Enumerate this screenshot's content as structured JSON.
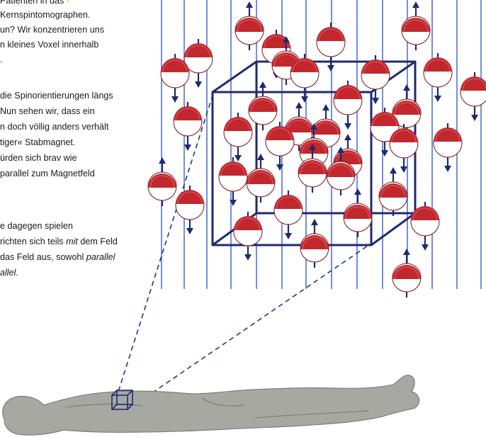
{
  "text": {
    "line_1": "Patienten in das",
    "line_2": "Kernspintomographen.",
    "line_3": "un? Wir konzentrieren uns",
    "line_4": "n kleines Voxel innerhalb",
    "line_5": ".",
    "line_6": "die Spinorientierungen längs",
    "line_7": "Nun sehen wir, dass ein",
    "line_8": "n doch völlig anders verhält",
    "line_9": "tiger« Stabmagnet.",
    "line_10": "ürden sich brav wie",
    "line_11": "parallel zum Magnetfeld",
    "line_12": "e dagegen spielen",
    "line_13_a": "richten sich teils ",
    "line_13_b": "mit",
    "line_13_c": " dem Feld",
    "line_14_a": "das Feld aus, sowohl ",
    "line_14_b": "parallel",
    "line_15_a": "allel",
    "line_15_b": "."
  },
  "colors": {
    "field_line": "#3a5fc8",
    "cube": "#1f2a6e",
    "dashed": "#1f3a8a",
    "spin_red": "#c1272d",
    "spin_white": "#ffffff",
    "arrow": "#1f2a6e",
    "body_fill": "#a7a8a2",
    "body_stroke": "#7d7e78"
  }
}
